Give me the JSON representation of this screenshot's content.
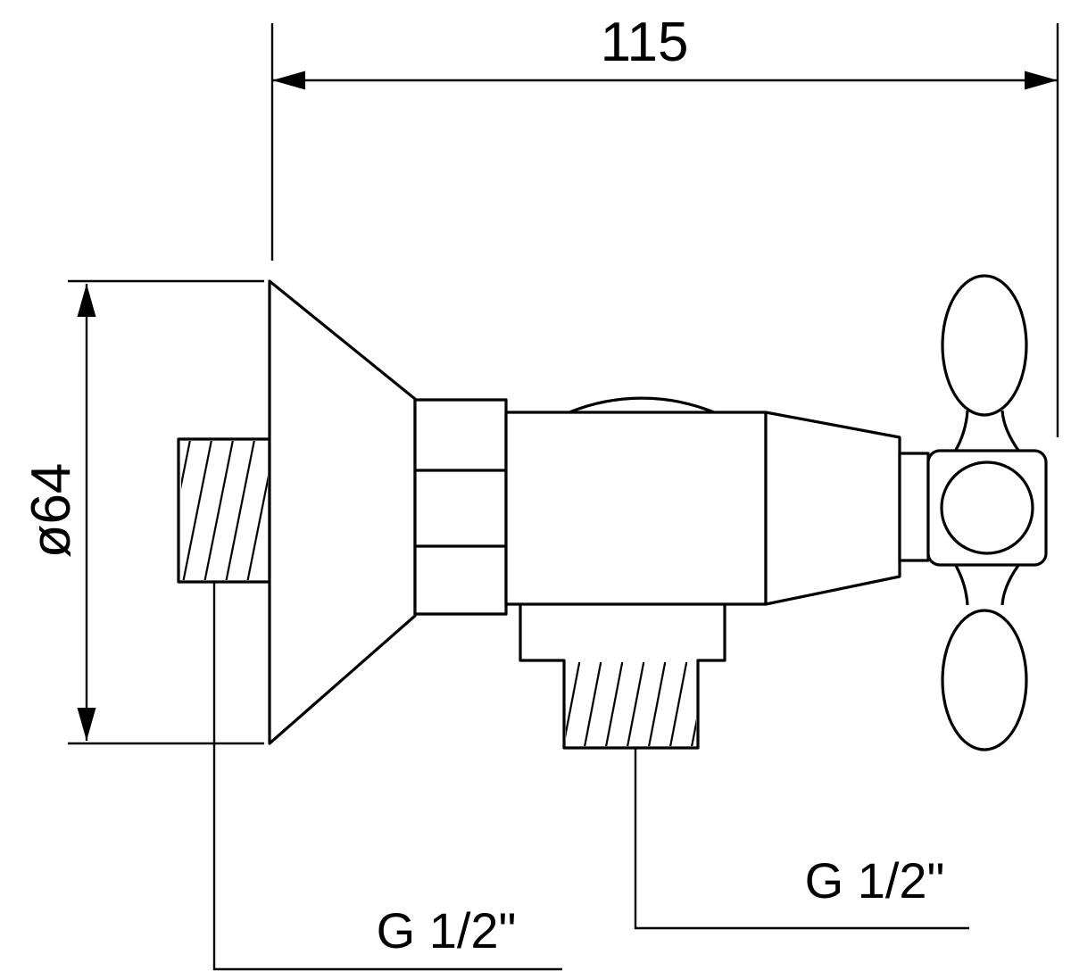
{
  "drawing": {
    "kind": "angle-valve-technical-drawing",
    "line_color": "#000000",
    "background_color": "#ffffff"
  },
  "dimensions": {
    "horizontal": {
      "label": "115"
    },
    "diameter": {
      "label": "ø64"
    }
  },
  "thread_labels": {
    "inlet": "G 1/2\"",
    "outlet": "G 1/2\""
  }
}
